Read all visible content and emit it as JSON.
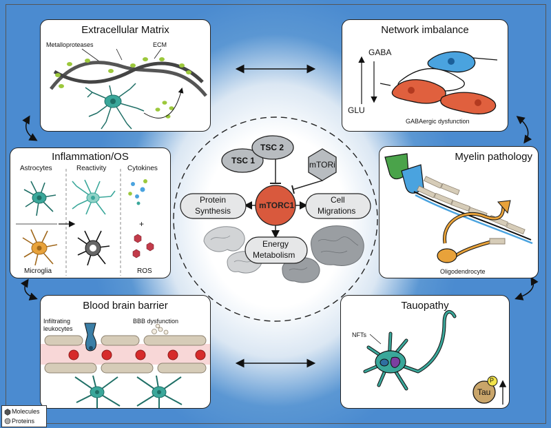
{
  "panels": {
    "ecm": {
      "title": "Extracellular Matrix",
      "label_metalloproteases": "Metalloproteases",
      "label_ecm": "ECM"
    },
    "network": {
      "title": "Network imbalance",
      "label_gaba": "GABA",
      "label_glu": "GLU",
      "caption": "GABAergic dysfunction"
    },
    "inflammation": {
      "title": "Inflammation/OS",
      "col_astrocytes": "Astrocytes",
      "col_reactivity": "Reactivity",
      "col_cytokines": "Cytokines",
      "plus": "+",
      "label_microglia": "Microglia",
      "label_ros": "ROS"
    },
    "myelin": {
      "title": "Myelin pathology",
      "caption": "Oligodendrocyte"
    },
    "bbb": {
      "title": "Blood brain barrier",
      "label_infiltrating_1": "Infiltrating",
      "label_infiltrating_2": "leukocytes",
      "label_dysfunction": "BBB dysfunction"
    },
    "tau": {
      "title": "Tauopathy",
      "label_nfts": "NFTs",
      "label_tau": "Tau",
      "label_p": "P"
    }
  },
  "center": {
    "tsc2": "TSC 2",
    "tsc1": "TSC 1",
    "mtori": "mTORi",
    "mtorc1": "mTORC1",
    "protein_synthesis_1": "Protein",
    "protein_synthesis_2": "Synthesis",
    "cell_migrations_1": "Cell",
    "cell_migrations_2": "Migrations",
    "energy_1": "Energy",
    "energy_2": "Metabolism"
  },
  "legend": {
    "molecules": "Molecules",
    "proteins": "Proteins"
  },
  "colors": {
    "teal": "#3aa79a",
    "orange": "#e8a23a",
    "red_orange": "#e0603e",
    "blue_cell": "#4aa3df",
    "green_dot": "#9cc83c",
    "bbb_red": "#d62b2b",
    "mtorc1": "#d9593d",
    "gray_node": "#b8bcc0",
    "background_blue": "#4b8bd0"
  }
}
